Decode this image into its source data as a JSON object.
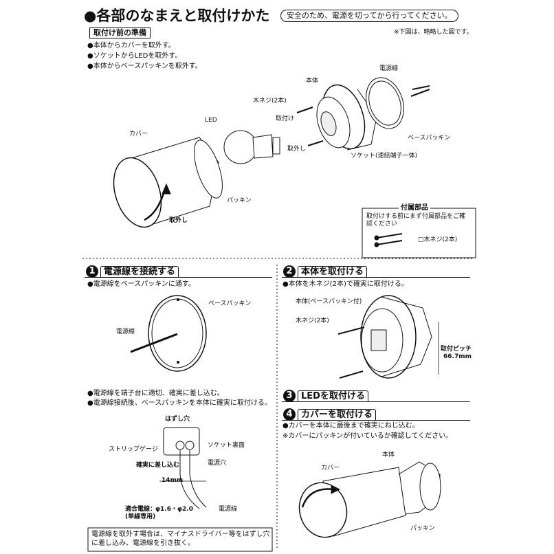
{
  "header": {
    "title": "●各部のなまえと取付けかた",
    "notice": "安全のため、電源を切ってから行ってください。"
  },
  "before": {
    "box_label": "取付け前の準備",
    "note": "※下図は、略略した図です。",
    "steps": [
      "●本体からカバーを取外す。",
      "●ソケットからLEDを取外す。",
      "●本体からベースパッキンを取外す。"
    ]
  },
  "parts": {
    "power_wire": "電源線",
    "body": "本体",
    "wood_screw": "木ネジ(2本)",
    "led": "LED",
    "attach": "取付け",
    "remove": "取外し",
    "base_packing": "ベースパッキン",
    "cover": "カバー",
    "socket": "ソケット(速結端子一体)",
    "packing": "パッキン",
    "remove_cover": "取外し"
  },
  "accessory": {
    "title": "付属部品",
    "desc": "取付けする前にまず付属部品をご確認ください",
    "item": "□木ネジ(2本)"
  },
  "step1": {
    "num": "1",
    "title": "電源線を接続する",
    "line1": "●電源線をベースパッキンに通す。",
    "label_packing": "ベースパッキン",
    "label_wire": "電源線",
    "line2": "●電源線を端子台に適切、確実に差し込む。",
    "line3": "●電源線接続後、ベースパッキンを本体に確実に取付ける。",
    "hole": "はずし穴",
    "socket_back": "ソケット裏面",
    "strip": "ストリップゲージ",
    "power_hole": "電源穴",
    "insert": "確実に差し込む",
    "mm": "14mm",
    "fit_wire": "適合電線：",
    "fit_value": "φ1.6・φ2.0",
    "single": "(単線専用)",
    "wire": "電源線",
    "note": "電源線を取外す場合は、マイナスドライバー等をはずし穴に差し込み、電源線を引き抜く。"
  },
  "step2": {
    "num": "2",
    "title": "本体を取付ける",
    "line1": "●本体を木ネジ(2本)で確実に取付ける。",
    "body_label": "本体(ベースパッキン付)",
    "screw_label": "木ネジ(2本)",
    "pitch": "取付ピッチ",
    "pitch_value": "66.7mm"
  },
  "step3": {
    "num": "3",
    "title": "LEDを取付ける"
  },
  "step4": {
    "num": "4",
    "title": "カバーを取付ける",
    "line1": "●カバーを本体に最後まで確実にねじ込む。",
    "line2": "※カバーにパッキンが付いているか確認してください。",
    "body": "本体",
    "cover": "カバー",
    "packing": "パッキン"
  }
}
